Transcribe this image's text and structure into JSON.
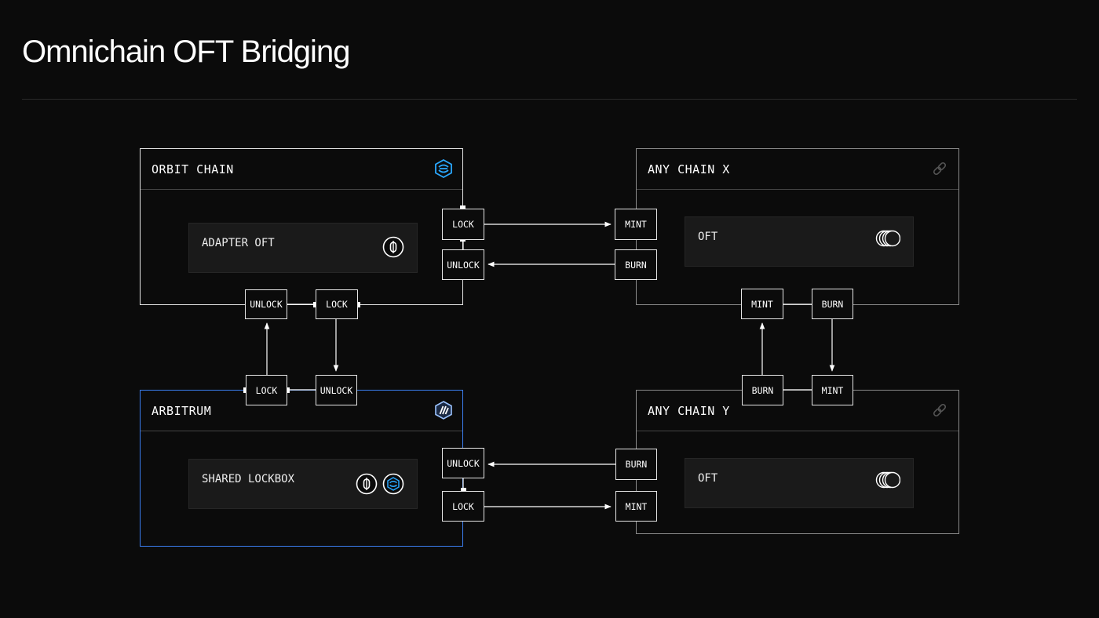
{
  "title": "Omnichain OFT Bridging",
  "colors": {
    "background": "#0b0b0b",
    "arbitrum_border": "#3b7ff2",
    "orbit_icon": "#2aa8ff",
    "chain_border": "#8a8a8a"
  },
  "chains": {
    "orbit": {
      "label": "ORBIT CHAIN",
      "icon": "orbit-logo",
      "inner_label": "ADAPTER OFT"
    },
    "arbitrum": {
      "label": "ARBITRUM",
      "icon": "arbitrum-logo",
      "inner_label": "SHARED LOCKBOX"
    },
    "chain_x": {
      "label": "ANY CHAIN X",
      "icon": "link-icon",
      "inner_label": "OFT"
    },
    "chain_y": {
      "label": "ANY CHAIN Y",
      "icon": "link-icon",
      "inner_label": "OFT"
    }
  },
  "ops": {
    "orbit_lock": "LOCK",
    "orbit_unlock": "UNLOCK",
    "x_mint": "MINT",
    "x_burn": "BURN",
    "orbit_bottom_unlock": "UNLOCK",
    "orbit_bottom_lock": "LOCK",
    "arb_top_lock": "LOCK",
    "arb_top_unlock": "UNLOCK",
    "x_bottom_mint": "MINT",
    "x_bottom_burn": "BURN",
    "y_top_burn": "BURN",
    "y_top_mint": "MINT",
    "arb_unlock": "UNLOCK",
    "arb_lock": "LOCK",
    "y_burn": "BURN",
    "y_mint": "MINT"
  }
}
